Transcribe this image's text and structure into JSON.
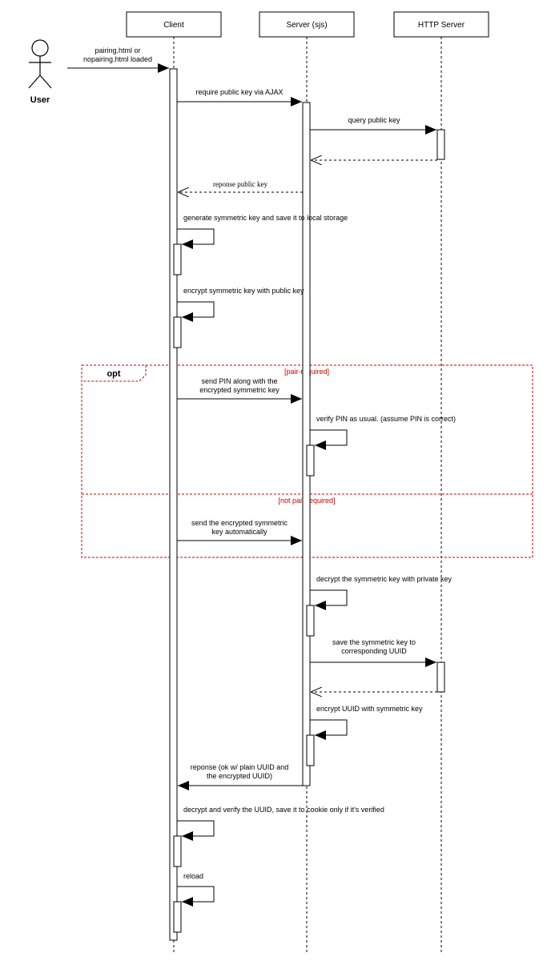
{
  "actor": {
    "label": "User"
  },
  "participants": {
    "client": "Client",
    "server": "Server (sjs)",
    "http": "HTTP Server"
  },
  "messages": {
    "m1": [
      "pairing.html or",
      "nopairing.html loaded"
    ],
    "m2": [
      "require public key via AJAX"
    ],
    "m3": [
      "query public key"
    ],
    "m4": [
      "reponse public key"
    ],
    "m5": [
      "generate symmetric key and save it to local storage"
    ],
    "m6": [
      "encrypt symmetric key with public key"
    ],
    "m7": [
      "send PIN along with the",
      "encrypted symmetric key"
    ],
    "m8": [
      "verify PIN as usual. (assume PIN is correct)"
    ],
    "m9": [
      "send the encrypted symmetric",
      "key automatically"
    ],
    "m10": [
      "decrypt the symmetric key with private key"
    ],
    "m11": [
      "save the symmetric key to",
      "corresponding UUID"
    ],
    "m12": [
      "encrypt UUID with symmetric key"
    ],
    "m13": [
      "reponse (ok w/ plain UUID and",
      "the encrypted UUID)"
    ],
    "m14": [
      "decrypt and verify the UUID, save it to cookie only if it's verified"
    ],
    "m15": [
      "reload"
    ]
  },
  "fragment": {
    "operator": "opt",
    "guard1": "[pair-required]",
    "guard2": "[not pair-required]"
  },
  "colors": {
    "line": "#000000",
    "fragment": "#cc0000"
  }
}
